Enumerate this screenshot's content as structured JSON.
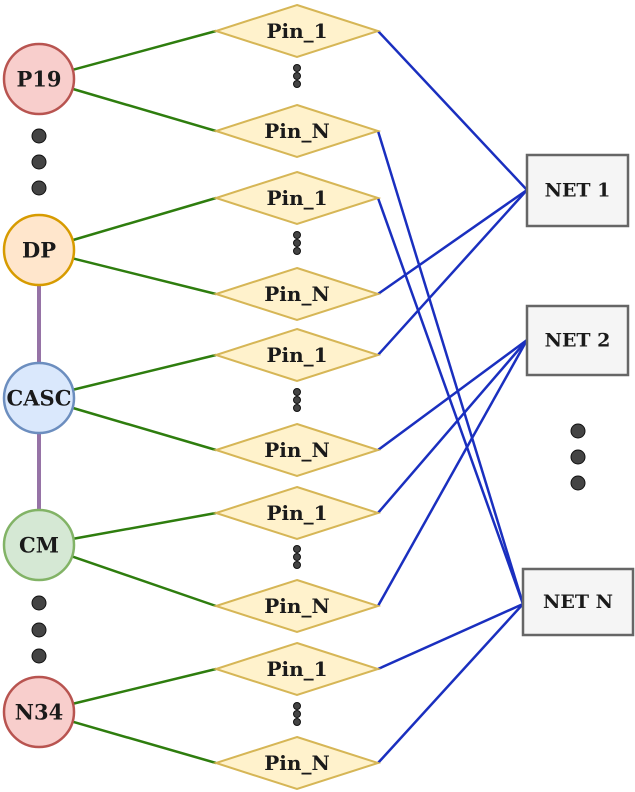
{
  "colors": {
    "instance_to_pin_edge": "#2e7d0e",
    "pin_to_net_edge": "#1a2fbf",
    "instance_chain_edge": "#9673a6",
    "pin_fill": "#fff2cc",
    "pin_stroke": "#d6b656",
    "net_fill": "#f5f5f5",
    "net_stroke": "#666666",
    "ellipsis_dot": "#444444",
    "red_fill": "#f8cecc",
    "red_stroke": "#b85450",
    "orange_fill": "#ffe6cc",
    "orange_stroke": "#d79b00",
    "blue_fill": "#dae8fc",
    "blue_stroke": "#6c8ebf",
    "green_fill": "#d5e8d4",
    "green_stroke": "#82b366"
  },
  "instances": [
    {
      "id": "p19",
      "label": "P19",
      "color": "red"
    },
    {
      "id": "dp",
      "label": "DP",
      "color": "orange"
    },
    {
      "id": "casc",
      "label": "CASC",
      "color": "blue"
    },
    {
      "id": "cm",
      "label": "CM",
      "color": "green"
    },
    {
      "id": "n34",
      "label": "N34",
      "color": "red"
    }
  ],
  "pin_groups": [
    {
      "instance": "p19",
      "pins": [
        "Pin_1",
        "Pin_N"
      ],
      "nets": [
        "NET 1",
        "NET N"
      ]
    },
    {
      "instance": "dp",
      "pins": [
        "Pin_1",
        "Pin_N"
      ],
      "nets": [
        "NET N",
        "NET 1"
      ]
    },
    {
      "instance": "casc",
      "pins": [
        "Pin_1",
        "Pin_N"
      ],
      "nets": [
        "NET 1",
        "NET 2"
      ]
    },
    {
      "instance": "cm",
      "pins": [
        "Pin_1",
        "Pin_N"
      ],
      "nets": [
        "NET 2",
        "NET 2"
      ]
    },
    {
      "instance": "n34",
      "pins": [
        "Pin_1",
        "Pin_N"
      ],
      "nets": [
        "NET N",
        "NET N"
      ]
    }
  ],
  "nets": [
    {
      "id": "net1",
      "label": "NET 1"
    },
    {
      "id": "net2",
      "label": "NET 2"
    },
    {
      "id": "netn",
      "label": "NET N"
    }
  ],
  "instance_links": [
    [
      "dp",
      "casc"
    ],
    [
      "casc",
      "cm"
    ]
  ]
}
